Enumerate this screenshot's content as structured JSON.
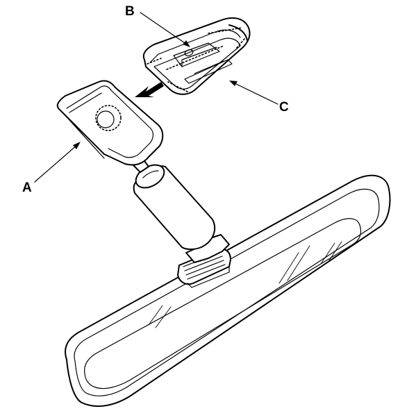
{
  "diagram": {
    "labels": {
      "a": "A",
      "b": "B",
      "c": "C"
    }
  }
}
